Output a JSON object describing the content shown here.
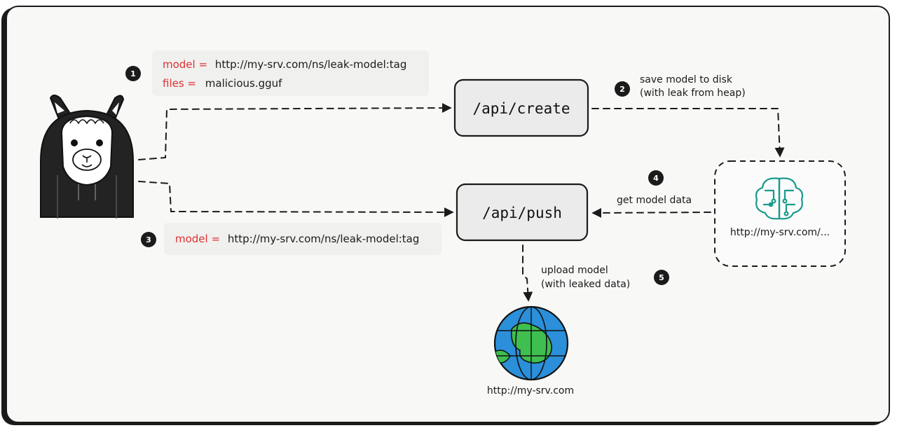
{
  "steps": [
    {
      "id": "1"
    },
    {
      "id": "2",
      "label_line1": "save model to disk",
      "label_line2": "(with leak from heap)"
    },
    {
      "id": "3"
    },
    {
      "id": "4",
      "label": "get model data"
    },
    {
      "id": "5",
      "label_line1": "upload model",
      "label_line2": "(with leaked data)"
    }
  ],
  "note1": {
    "model_key": "model =",
    "model_value": "http://my-srv.com/ns/leak-model:tag",
    "files_key": "files =",
    "files_value": "malicious.gguf"
  },
  "note3": {
    "model_key": "model =",
    "model_value": "http://my-srv.com/ns/leak-model:tag"
  },
  "endpoints": {
    "create": "/api/create",
    "push": "/api/push"
  },
  "registry": {
    "url": "http://my-srv.com/...",
    "icon": "ai-brain-chip-icon",
    "color": "#1a9a8e"
  },
  "internet": {
    "url": "http://my-srv.com",
    "icon": "globe-icon",
    "ocean_color": "#2b8fd9",
    "land_color": "#3fbf4f"
  },
  "attacker": {
    "icon": "hooded-llama-icon"
  }
}
